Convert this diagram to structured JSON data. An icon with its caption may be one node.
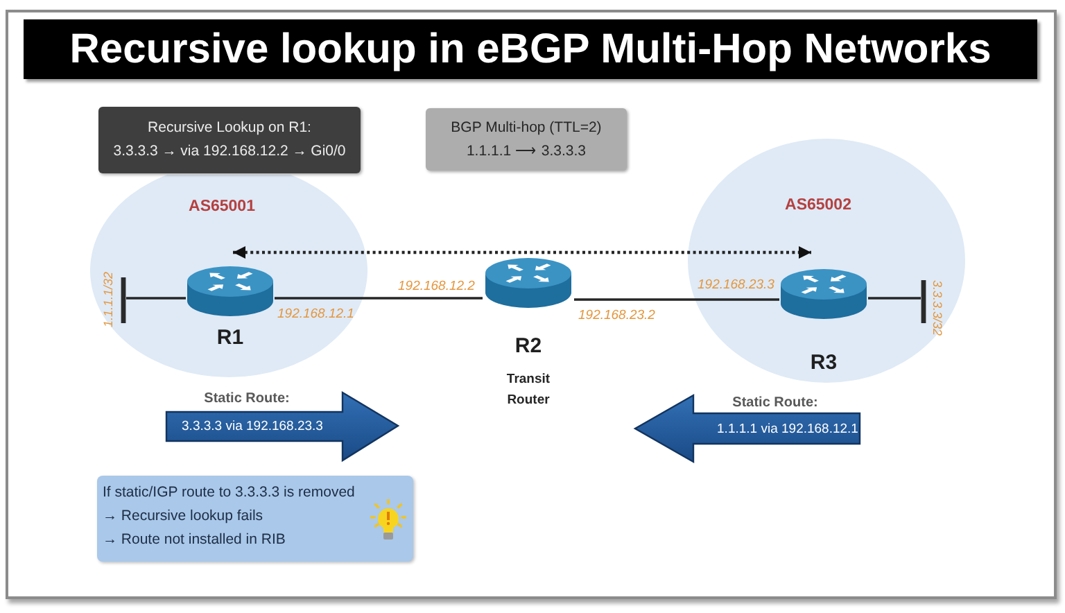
{
  "diagram": {
    "title": "Recursive lookup in eBGP Multi-Hop Networks",
    "nodes": [
      {
        "text": [
          "Recursive Lookup on R1:",
          "3.3.3.3 → via 192.168.12.2 → Gi0/0"
        ]
      },
      {
        "text": [
          "BGP Multi-hop (TTL=2)",
          "1.1.1.1 ⟶ 3.3.3.3"
        ]
      },
      {
        "text": [
          "AS65001"
        ]
      },
      {
        "text": [
          "1.1.1.1/32"
        ],
        "in": 2
      },
      {
        "text": [
          "R1"
        ],
        "in": 2
      },
      {
        "text": [
          "R2",
          "Transit Router"
        ]
      },
      {
        "text": [
          "AS65002"
        ]
      },
      {
        "text": [
          "R3"
        ],
        "in": 6
      },
      {
        "text": [
          "3.3.3.3/32"
        ],
        "in": 6
      },
      {
        "text": [
          "Static Route:",
          "3.3.3.3 via 192.168.23.3"
        ]
      },
      {
        "text": [
          "Static Route:",
          "1.1.1.1 via 192.168.12.1"
        ]
      },
      {
        "text": [
          "If static/IGP route to 3.3.3.3 is removed",
          "→ Recursive lookup fails",
          "→ Route not installed in RIB"
        ]
      }
    ],
    "edges": [
      {
        "from": 4,
        "to": 3,
        "arrow": "none"
      },
      {
        "from": 4,
        "to": 5,
        "arrow": "none"
      },
      {
        "from": 5,
        "to": 7,
        "arrow": "none"
      },
      {
        "from": 7,
        "to": 8,
        "arrow": "none"
      },
      {
        "from": 4,
        "to": 7,
        "arrow": "both",
        "style": "dashed"
      }
    ],
    "labels": [
      "192.168.12.1",
      "192.168.12.2",
      "192.168.23.2",
      "192.168.23.3"
    ]
  }
}
